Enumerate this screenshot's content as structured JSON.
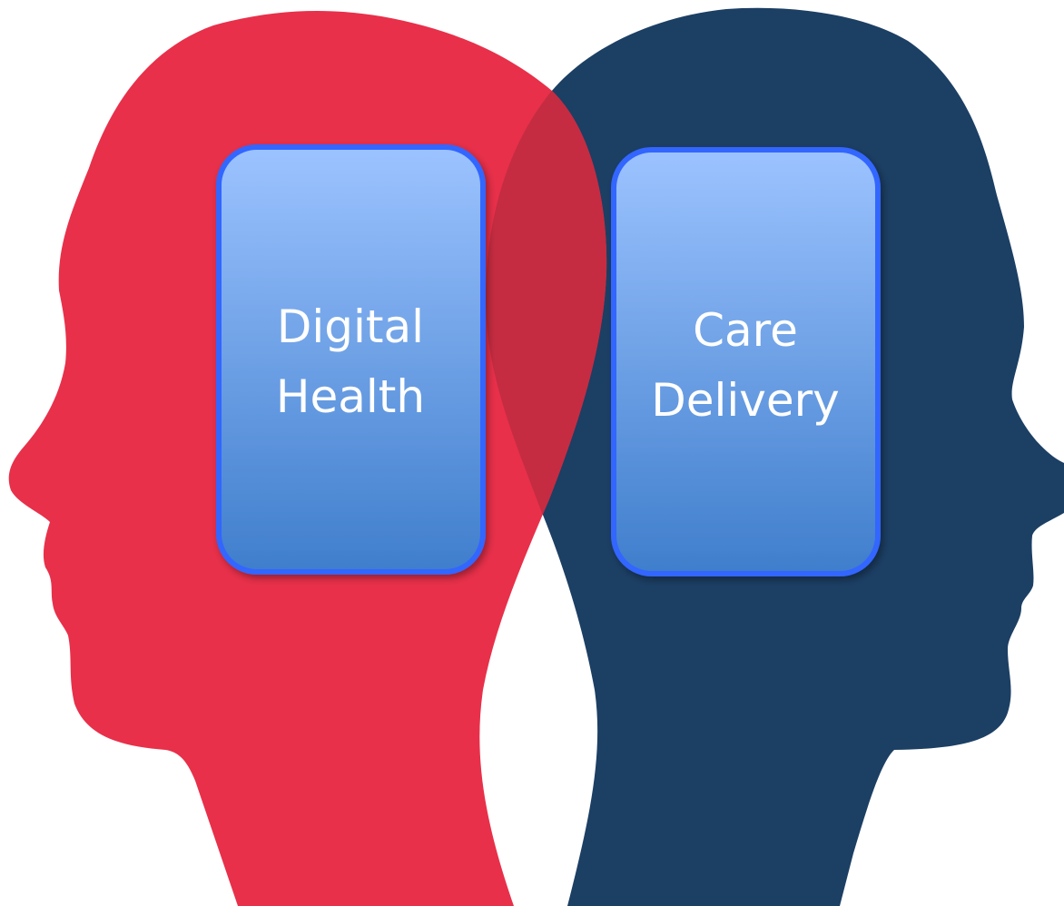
{
  "colors": {
    "left_head": "#E8304A",
    "right_head": "#1C3F64",
    "overlap": "#C52C41",
    "box_top": "#9CC3FF",
    "box_bottom": "#3F7ECC",
    "box_border": "#3366FF",
    "text": "#FFFFFF"
  },
  "left_box": {
    "line1": "Digital",
    "line2": "Health"
  },
  "right_box": {
    "line1": "Care",
    "line2": "Delivery"
  }
}
